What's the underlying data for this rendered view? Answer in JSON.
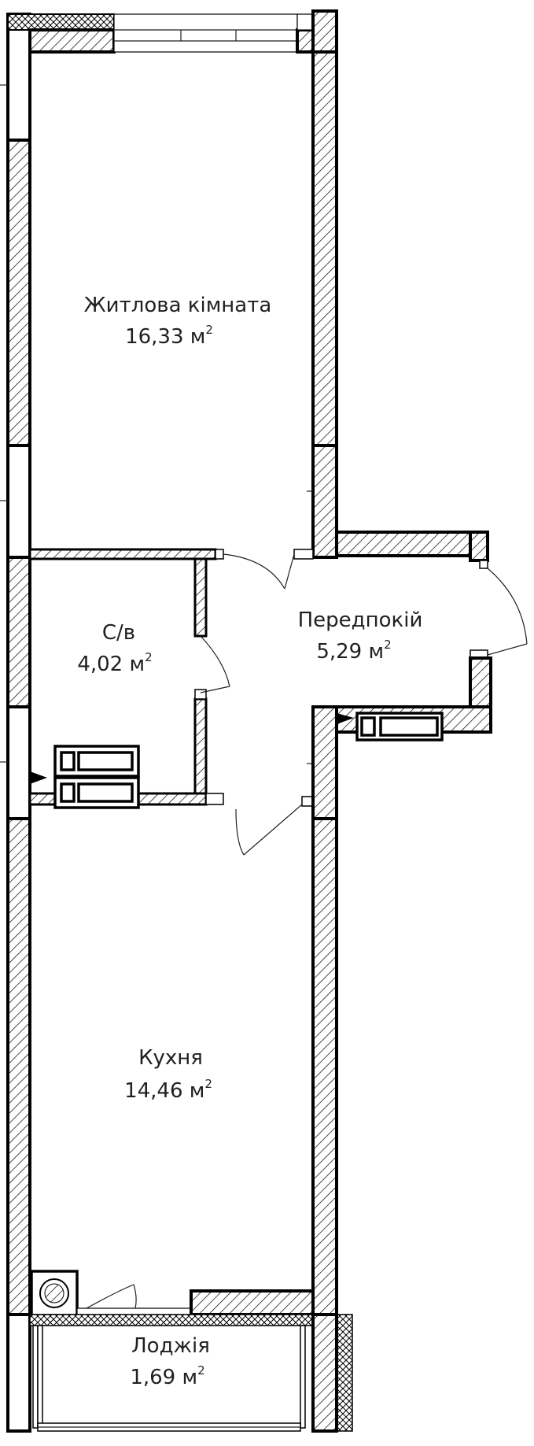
{
  "rooms": {
    "living": {
      "name": "Житлова кімната",
      "area": "16,33 м",
      "unit_sup": "2"
    },
    "bathroom": {
      "name": "С/в",
      "area": "4,02 м",
      "unit_sup": "2"
    },
    "hallway": {
      "name": "Передпокій",
      "area": "5,29 м",
      "unit_sup": "2"
    },
    "kitchen": {
      "name": "Кухня",
      "area": "14,46 м",
      "unit_sup": "2"
    },
    "loggia": {
      "name": "Лоджія",
      "area": "1,69 м",
      "unit_sup": "2"
    }
  },
  "colors": {
    "wall_stroke": "#000000",
    "text": "#231f20",
    "background": "#ffffff"
  }
}
